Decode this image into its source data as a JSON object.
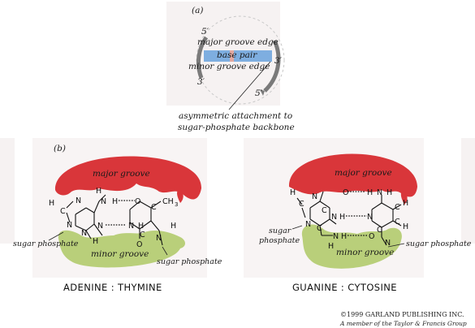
{
  "colors": {
    "major_groove": "#d9363a",
    "minor_groove": "#b9cf7a",
    "base_pair": "#7eaee0",
    "base_pair_center": "#e3a8a0",
    "backbone": "#7a7a7a"
  },
  "panel_a": {
    "label": "(a)",
    "strand_5prime_top": "5′",
    "strand_3prime_right": "3′",
    "strand_3prime_left": "3′",
    "strand_5prime_bottom": "5′",
    "major_edge_label": "major groove edge",
    "base_pair_label": "base pair",
    "minor_edge_label": "minor groove edge",
    "caption_line1": "asymmetric attachment to",
    "caption_line2": "sugar-phosphate backbone"
  },
  "panel_b": {
    "label": "(b)",
    "at": {
      "major_groove": "major groove",
      "minor_groove": "minor groove",
      "sugar_phosphate_left": "sugar phosphate",
      "sugar_phosphate_right": "sugar phosphate",
      "title": "ADENINE : THYMINE",
      "atoms": {
        "h_left": "H",
        "c_left": "C",
        "n7": "N",
        "n9": "N",
        "nh": "N",
        "h_amino": "H",
        "h_hb": "H",
        "o_top": "O",
        "ch3": "CH",
        "ch3_sub": "3",
        "n_mid": "N",
        "h_n3": "H",
        "c_top": "C",
        "n1": "N",
        "n3": "N",
        "h_bottom": "H",
        "o_bottom": "O",
        "n_bottom": "N",
        "c_bottom": "C",
        "h_c6": "H"
      }
    },
    "gc": {
      "major_groove": "major groove",
      "minor_groove": "minor groove",
      "sugar_phosphate_left_1": "sugar",
      "sugar_phosphate_left_2": "phosphate",
      "sugar_phosphate_right": "sugar phosphate",
      "title": "GUANINE : CYTOSINE",
      "atoms": {
        "h_left": "H",
        "c_left": "C",
        "n7": "N",
        "n9": "N",
        "o_top": "O",
        "h_hb": "H",
        "n_top": "N",
        "h_top": "H",
        "n_mid": "N",
        "h_n1": "H",
        "n_c3": "N",
        "c_c4": "C",
        "h_c5": "H",
        "c_c6": "C",
        "h_c6": "H",
        "n_amino": "N",
        "h_amino1": "H",
        "h_amino2": "H",
        "o_bottom": "O",
        "n_bottom": "N",
        "c_g": "C",
        "c_g2": "C",
        "c_c2": "C"
      }
    }
  },
  "credit": {
    "line1": "©1999 GARLAND PUBLISHING INC.",
    "line2": "A member of the Taylor & Francis Group"
  }
}
